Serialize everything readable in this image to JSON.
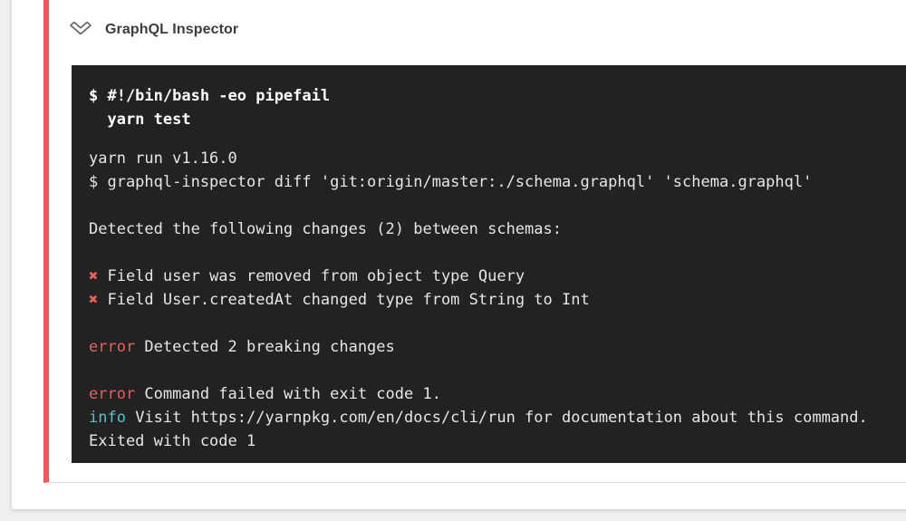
{
  "page": {
    "background": "#efefef"
  },
  "card": {
    "accent_red": "#ea5c5c",
    "header": {
      "title": "GraphQL Inspector",
      "collapse_icon": "chevron-double-down-icon"
    }
  },
  "terminal": {
    "background": "#222222",
    "text_color": "#e6e6e6",
    "error_color": "#e5615c",
    "info_color": "#56c2cb",
    "lines": [
      {
        "text": "$ #!/bin/bash -eo pipefail",
        "bold": true
      },
      {
        "text": "  yarn test",
        "bold": true
      },
      {
        "text": ""
      },
      {
        "text": "yarn run v1.16.0"
      },
      {
        "text": "$ graphql-inspector diff 'git:origin/master:./schema.graphql' 'schema.graphql'"
      },
      {
        "text": ""
      },
      {
        "text": "Detected the following changes (2) between schemas:"
      },
      {
        "text": ""
      },
      {
        "badge": "✖",
        "badge_style": "error",
        "text": "Field user was removed from object type Query"
      },
      {
        "badge": "✖",
        "badge_style": "error",
        "text": "Field User.createdAt changed type from String to Int"
      },
      {
        "text": ""
      },
      {
        "badge": "error",
        "badge_style": "error",
        "text": "Detected 2 breaking changes"
      },
      {
        "text": ""
      },
      {
        "badge": "error",
        "badge_style": "error",
        "text": "Command failed with exit code 1."
      },
      {
        "badge": "info",
        "badge_style": "info",
        "text": "Visit https://yarnpkg.com/en/docs/cli/run for documentation about this command."
      },
      {
        "text": "Exited with code 1"
      }
    ]
  }
}
